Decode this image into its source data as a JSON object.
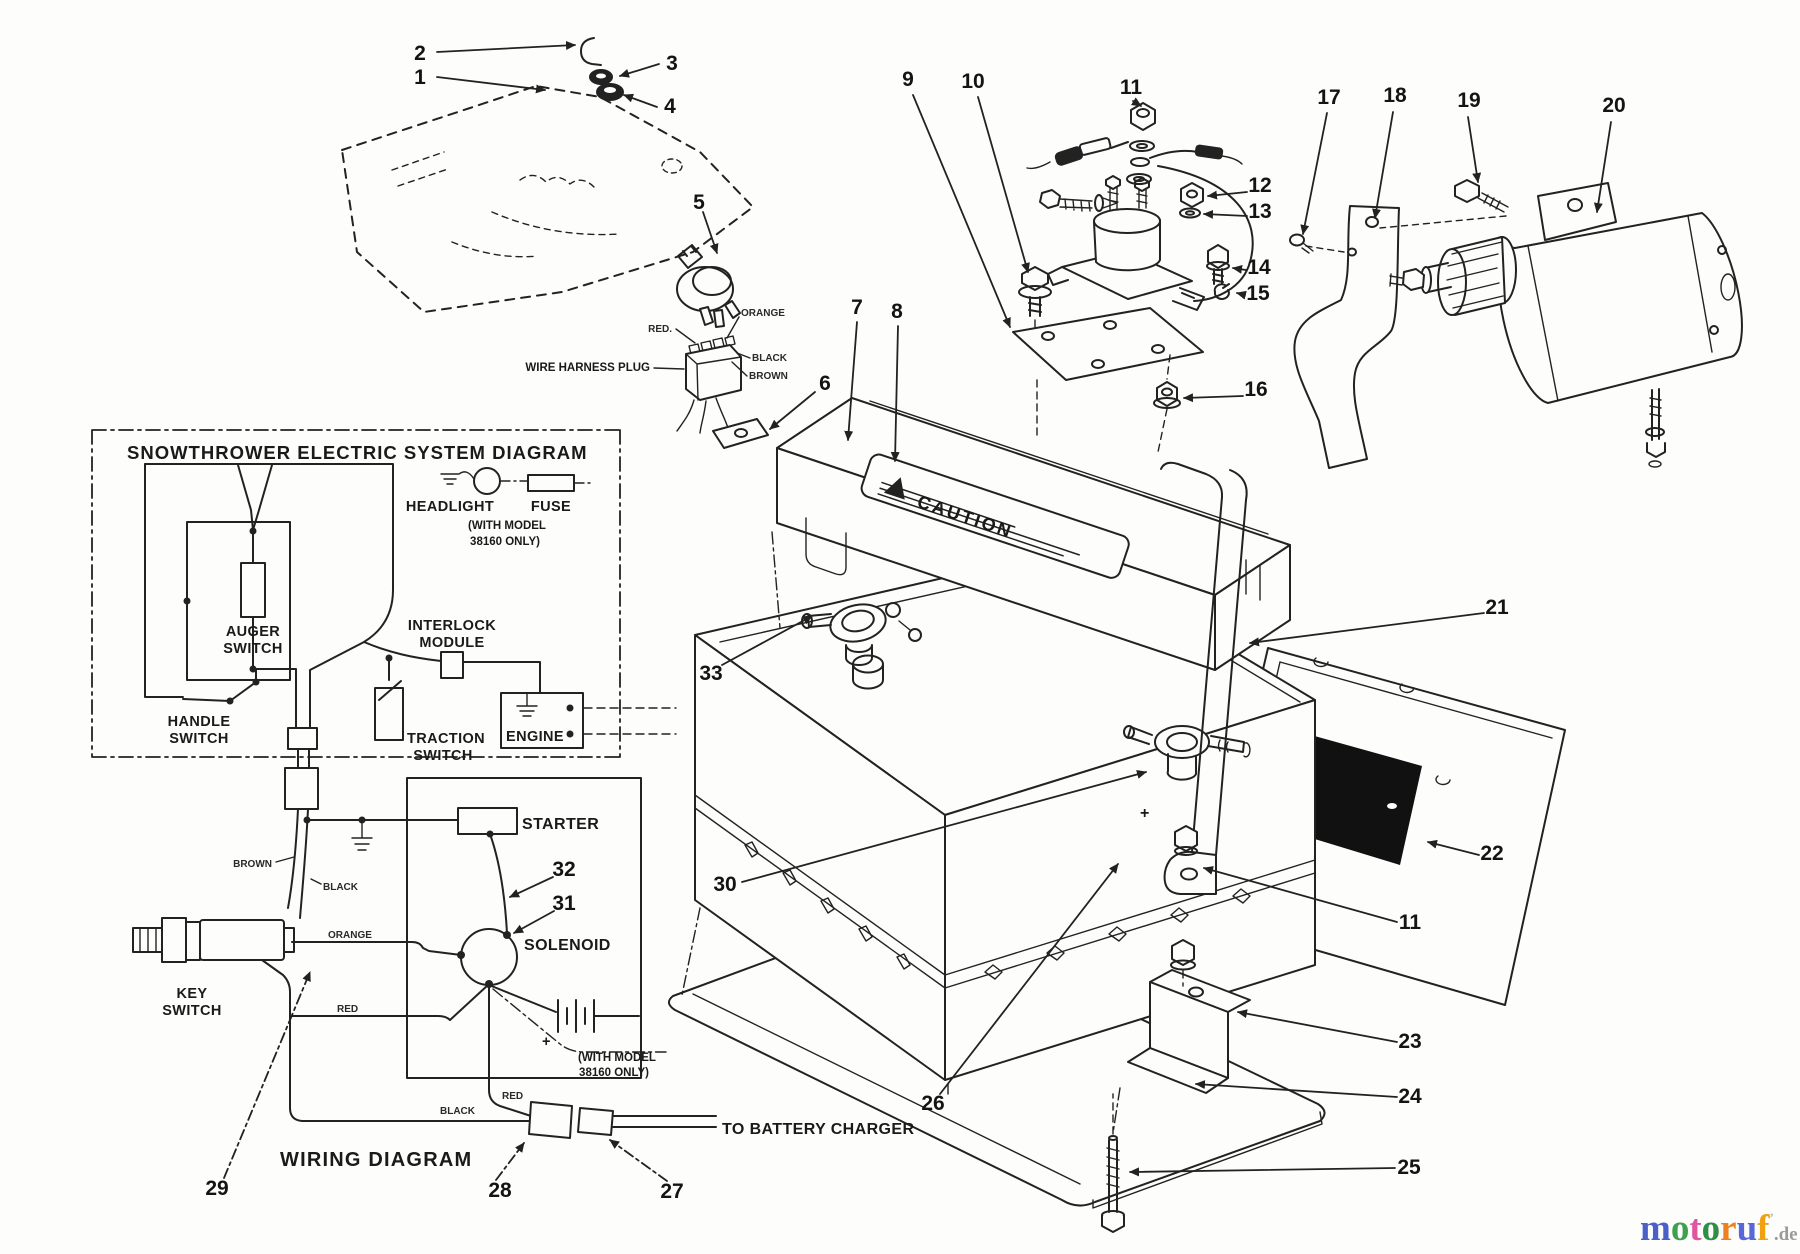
{
  "electric_diagram": {
    "title": "SNOWTHROWER ELECTRIC SYSTEM DIAGRAM",
    "headlight": "HEADLIGHT",
    "fuse": "FUSE",
    "fuse_note_line1": "(WITH MODEL",
    "fuse_note_line2": "38160 ONLY)",
    "auger_line1": "AUGER",
    "auger_line2": "SWITCH",
    "handle_line1": "HANDLE",
    "handle_line2": "SWITCH",
    "interlock_line1": "INTERLOCK",
    "interlock_line2": "MODULE",
    "traction_line1": "TRACTION",
    "traction_line2": "SWITCH",
    "engine": "ENGINE"
  },
  "wiring_diagram": {
    "title": "WIRING DIAGRAM",
    "starter": "STARTER",
    "solenoid": "SOLENOID",
    "key_line1": "KEY",
    "key_line2": "SWITCH",
    "battery_note_line1": "(WITH MODEL",
    "battery_note_line2": "38160 ONLY)",
    "to_battery_charger": "TO BATTERY CHARGER",
    "brown": "BROWN",
    "black": "BLACK",
    "orange": "ORANGE",
    "red": "RED",
    "red2": "RED",
    "black2": "BLACK",
    "plus": "+"
  },
  "parts": {
    "wire_harness_plug": "WIRE HARNESS PLUG",
    "plug_red": "RED.",
    "plug_orange": "ORANGE",
    "plug_black": "BLACK",
    "plug_brown": "BROWN",
    "caution": "CAUTION",
    "battery_plus": "+"
  },
  "callouts": [
    {
      "n": "1"
    },
    {
      "n": "2"
    },
    {
      "n": "3"
    },
    {
      "n": "4"
    },
    {
      "n": "5"
    },
    {
      "n": "6"
    },
    {
      "n": "7"
    },
    {
      "n": "8"
    },
    {
      "n": "9"
    },
    {
      "n": "10"
    },
    {
      "n": "11"
    },
    {
      "n": "12"
    },
    {
      "n": "13"
    },
    {
      "n": "14"
    },
    {
      "n": "15"
    },
    {
      "n": "16"
    },
    {
      "n": "17"
    },
    {
      "n": "18"
    },
    {
      "n": "19"
    },
    {
      "n": "20"
    },
    {
      "n": "21"
    },
    {
      "n": "22"
    },
    {
      "n": "11"
    },
    {
      "n": "23"
    },
    {
      "n": "24"
    },
    {
      "n": "25"
    },
    {
      "n": "26"
    },
    {
      "n": "27"
    },
    {
      "n": "28"
    },
    {
      "n": "29"
    },
    {
      "n": "30"
    },
    {
      "n": "31"
    },
    {
      "n": "32"
    },
    {
      "n": "33"
    }
  ],
  "watermark": {
    "letters": [
      "m",
      "o",
      "t",
      "o",
      "r",
      "u",
      "f"
    ],
    "colors": [
      "#4a5fc8",
      "#3fa04f",
      "#e0559f",
      "#2f8f45",
      "#ef7f1f",
      "#5868d8",
      "#efa10f"
    ],
    "mark": "’",
    "suffix": ".de",
    "suffix_color": "#9a9a9a"
  }
}
